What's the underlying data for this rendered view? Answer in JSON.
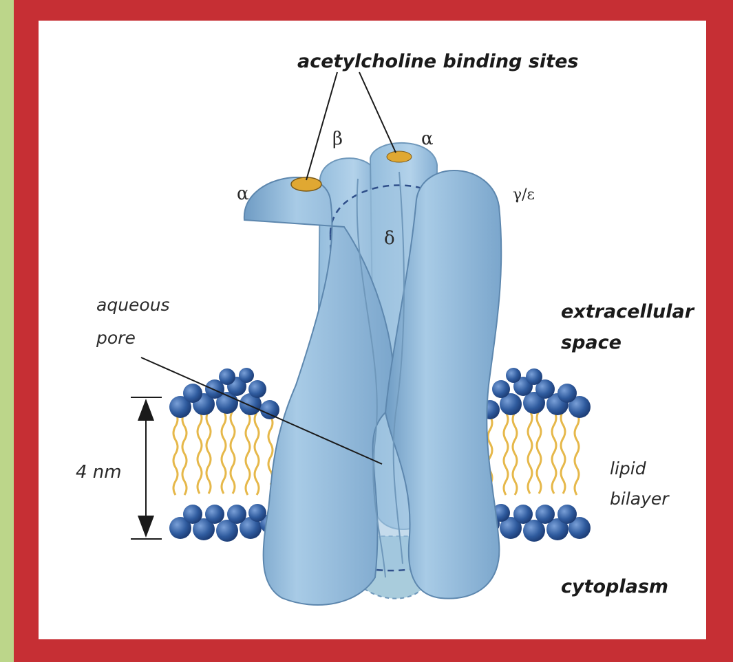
{
  "labels": {
    "binding_sites": "acetylcholine binding sites",
    "beta": "β",
    "alpha_top": "α",
    "alpha_left": "α",
    "gamma_epsilon": "γ/ε",
    "delta": "δ",
    "aqueous_line1": "aqueous",
    "aqueous_line2": "pore",
    "extracellular_line1": "extracellular",
    "extracellular_line2": "space",
    "measure": "4 nm",
    "lipid_line1": "lipid",
    "lipid_line2": "bilayer",
    "cytoplasm": "cytoplasm"
  },
  "colors": {
    "background_outer": "#bcd68a",
    "border": "#c62f34",
    "panel": "#ffffff",
    "protein": "#8fb8d8",
    "lipid_head": "#2f5b9e",
    "lipid_tail": "#e6b84a",
    "binding_site": "#e0a832"
  }
}
